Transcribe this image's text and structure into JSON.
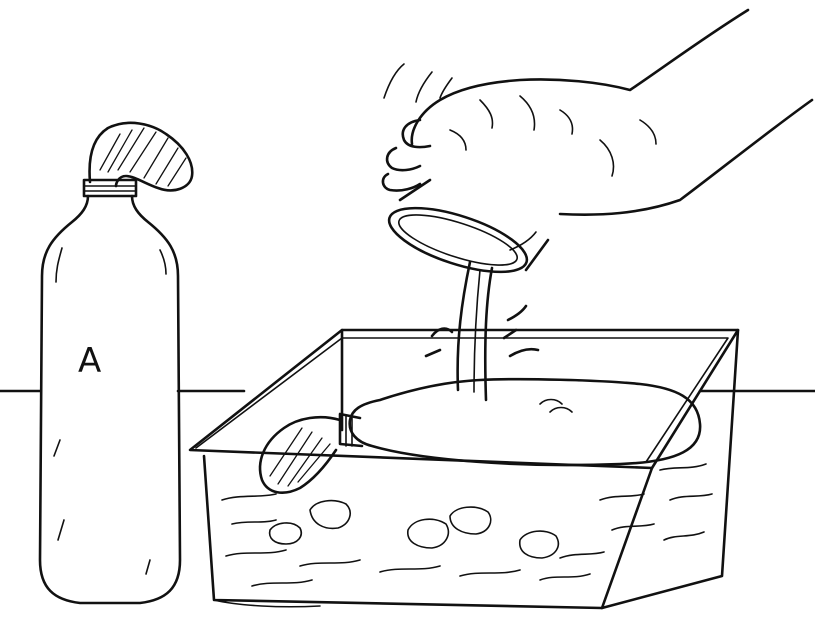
{
  "illustration": {
    "bottle_label": "A",
    "colors": {
      "ink": "#111111",
      "background": "#ffffff"
    },
    "objects": [
      "bottle-a",
      "balloon-on-bottle-a",
      "hand",
      "cup",
      "pouring-water",
      "water-tub",
      "submerged-bottle",
      "balloon-on-submerged-bottle",
      "ice-cubes",
      "table-edge"
    ]
  }
}
